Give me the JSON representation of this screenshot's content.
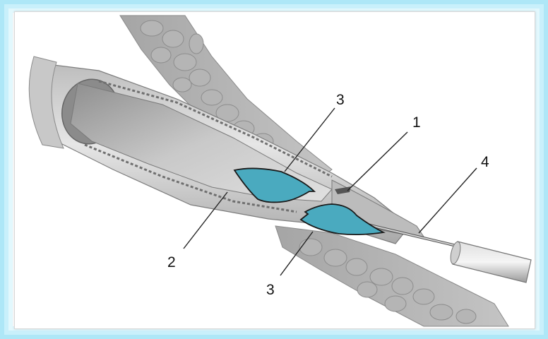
{
  "callouts": {
    "c1": "1",
    "c2": "2",
    "c3_top": "3",
    "c3_bottom": "3",
    "c4": "4"
  },
  "colors": {
    "frame_glow": "#aee7f7",
    "fragment_fill": "#4aaabf",
    "vein_gray": "#9a9a9a"
  }
}
